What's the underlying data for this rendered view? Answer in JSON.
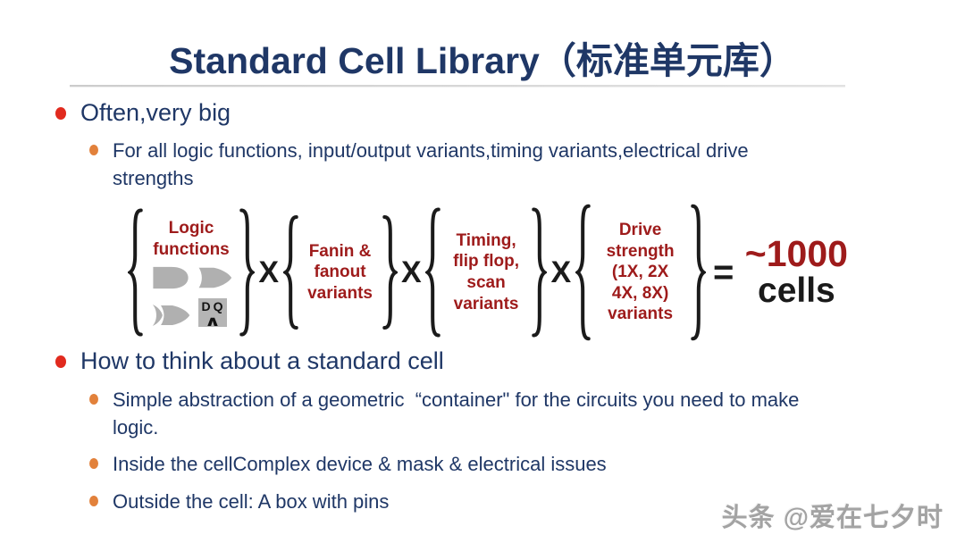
{
  "slide": {
    "title": "Standard Cell Library（标准单元库）",
    "bullets": [
      {
        "label": "Often,very big",
        "subs": [
          "For all logic functions, input/output variants,timing variants,electrical drive strengths"
        ]
      },
      {
        "label": "How to think about a standard cell",
        "subs": [
          "Simple abstraction of a geometric  “container\" for the circuits you need to make logic.",
          "Inside the cellComplex device & mask & electrical issues",
          "Outside the cell: A box with pins"
        ]
      }
    ]
  },
  "diagram": {
    "multiply": "X",
    "equals": "=",
    "result": {
      "value": "~1000",
      "unit": "cells"
    },
    "groups": [
      {
        "lines": [
          "Logic",
          "functions"
        ],
        "icons": [
          "and-gate-icon",
          "nand-gate-icon",
          "or-gate-icon",
          "dq-flipflop-icon"
        ]
      },
      {
        "lines": [
          "Fanin &",
          "fanout",
          "variants"
        ]
      },
      {
        "lines": [
          "Timing,",
          "flip flop,",
          "scan",
          "variants"
        ]
      },
      {
        "lines": [
          "Drive",
          "strength",
          "(1X, 2X",
          "4X, 8X)",
          "variants"
        ]
      }
    ],
    "flipflop": {
      "d": "D",
      "q": "Q"
    }
  },
  "watermark": "头条 @爱在七夕时",
  "colors": {
    "title_navy": "#1f3766",
    "body_navy": "#1f3766",
    "bullet_red": "#e12a1e",
    "bullet_orange": "#e2813b",
    "diagram_maroon": "#9e1b1b",
    "diagram_black": "#1b1b1b",
    "gate_gray": "#b0b0b0",
    "watermark_gray": "#a3a3a3"
  }
}
